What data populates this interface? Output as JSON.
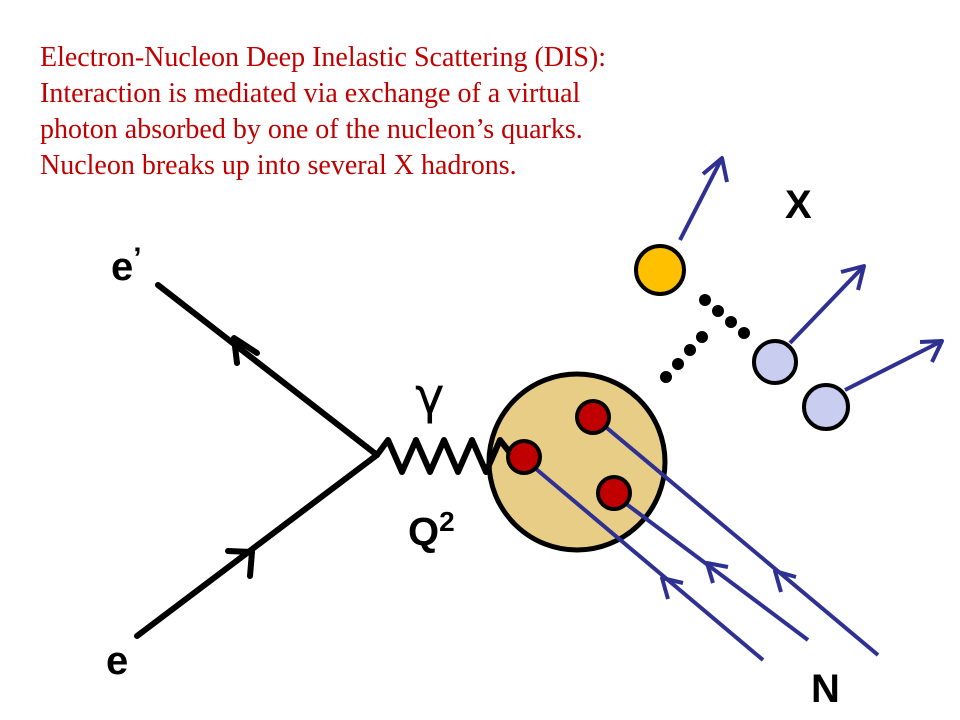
{
  "caption": {
    "lines": [
      "Electron-Nucleon Deep Inelastic Scattering (DIS):",
      "Interaction is mediated via exchange of a virtual",
      "photon absorbed by one of the nucleon’s quarks.",
      "Nucleon breaks up into several X hadrons."
    ]
  },
  "labels": {
    "incoming_electron": "e",
    "scattered_electron": "e",
    "scattered_prime": "’",
    "photon": "γ",
    "momentum_transfer": "Q",
    "momentum_sup": "2",
    "nucleon": "N",
    "hadrons": "X"
  },
  "colors": {
    "caption_text": "#c00000",
    "electron_lines": "#000000",
    "quark_lines": "#2e3192",
    "nucleon_fill": "#e8cd86",
    "quark_fill": "#c00000",
    "hadron_leading_fill": "#ffc000",
    "hadron_fill": "#c9cdf0"
  }
}
